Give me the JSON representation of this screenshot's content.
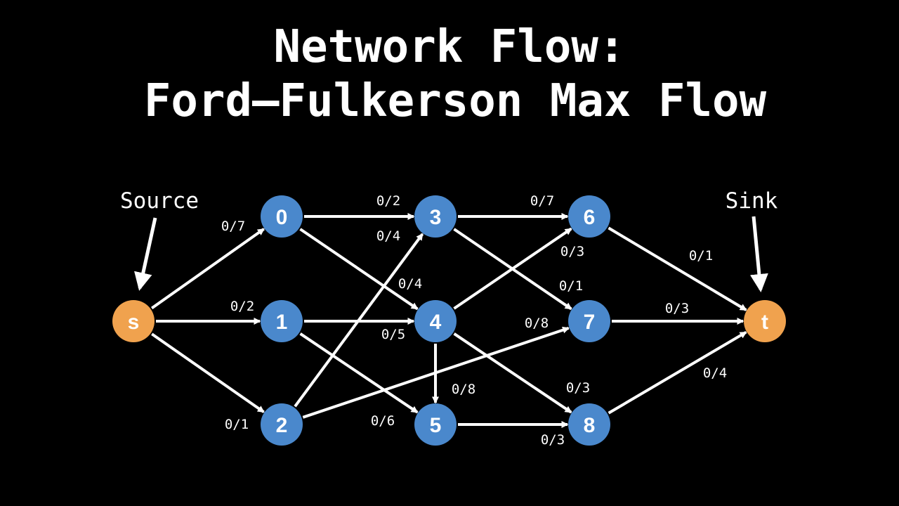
{
  "title": {
    "line1": "Network Flow:",
    "line2": "Ford–Fulkerson Max Flow"
  },
  "callouts": {
    "source": "Source",
    "sink": "Sink"
  },
  "colors": {
    "background": "#000000",
    "terminal_node": "#f0a24e",
    "inner_node": "#4a88cc",
    "edge": "#ffffff",
    "text": "#ffffff"
  },
  "nodes": [
    {
      "id": "s",
      "label": "s",
      "kind": "terminal"
    },
    {
      "id": "0",
      "label": "0",
      "kind": "inner"
    },
    {
      "id": "1",
      "label": "1",
      "kind": "inner"
    },
    {
      "id": "2",
      "label": "2",
      "kind": "inner"
    },
    {
      "id": "3",
      "label": "3",
      "kind": "inner"
    },
    {
      "id": "4",
      "label": "4",
      "kind": "inner"
    },
    {
      "id": "5",
      "label": "5",
      "kind": "inner"
    },
    {
      "id": "6",
      "label": "6",
      "kind": "inner"
    },
    {
      "id": "7",
      "label": "7",
      "kind": "inner"
    },
    {
      "id": "8",
      "label": "8",
      "kind": "inner"
    },
    {
      "id": "t",
      "label": "t",
      "kind": "terminal"
    }
  ],
  "edges": [
    {
      "from": "s",
      "to": "0",
      "label": "0/7"
    },
    {
      "from": "s",
      "to": "1",
      "label": "0/2"
    },
    {
      "from": "s",
      "to": "2",
      "label": "0/1"
    },
    {
      "from": "0",
      "to": "3",
      "label": "0/2"
    },
    {
      "from": "0",
      "to": "4",
      "label": "0/4"
    },
    {
      "from": "1",
      "to": "4",
      "label": "0/5"
    },
    {
      "from": "1",
      "to": "5",
      "label": "0/6"
    },
    {
      "from": "2",
      "to": "3",
      "label": "0/4"
    },
    {
      "from": "2",
      "to": "7",
      "label": "0/8"
    },
    {
      "from": "3",
      "to": "6",
      "label": "0/7"
    },
    {
      "from": "3",
      "to": "7",
      "label": "0/1"
    },
    {
      "from": "4",
      "to": "6",
      "label": "0/3"
    },
    {
      "from": "4",
      "to": "5",
      "label": "0/8"
    },
    {
      "from": "4",
      "to": "8",
      "label": "0/3"
    },
    {
      "from": "5",
      "to": "8",
      "label": "0/3"
    },
    {
      "from": "6",
      "to": "t",
      "label": "0/1"
    },
    {
      "from": "7",
      "to": "t",
      "label": "0/3"
    },
    {
      "from": "8",
      "to": "t",
      "label": "0/4"
    }
  ]
}
